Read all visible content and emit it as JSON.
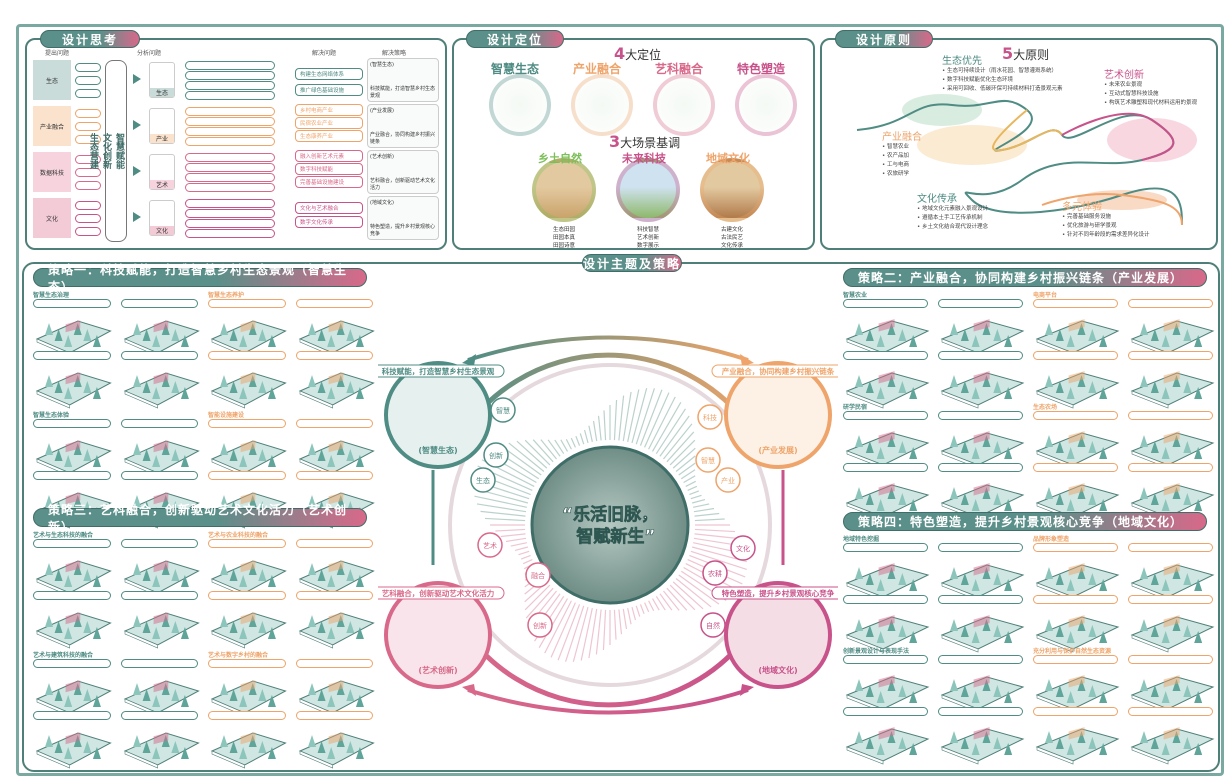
{
  "colors": {
    "teal": "#4f8c84",
    "pink": "#d8698a",
    "orange": "#eea46a",
    "magenta": "#c8528a",
    "green": "#7cbf5a"
  },
  "thinking": {
    "title": "设计思考",
    "columns": [
      "提出问题",
      "分析问题",
      "解决问题",
      "解决策略"
    ],
    "categories": [
      {
        "label": "生态",
        "color": "#c9dcd9"
      },
      {
        "label": "产业融合",
        "color": "#fbe2cd"
      },
      {
        "label": "数据科技",
        "color": "#f6d3dd"
      },
      {
        "label": "文化",
        "color": "#f3cbd7"
      }
    ],
    "vertical": [
      "智慧赋能",
      "文化创新",
      "生态营建"
    ],
    "analysis": [
      "生态",
      "产业",
      "艺术",
      "文化"
    ],
    "solutions": [
      "构建生态网络体系",
      "推广绿色基础设施",
      "乡村电商产业",
      "民宿农业产业",
      "生态康养产业",
      "融入创新艺术元素",
      "数字科技赋能",
      "完善基础设施建设",
      "文化与艺术融合",
      "数字文化传承"
    ],
    "strategies": [
      {
        "tag": "(智慧生态)",
        "desc": "科技赋能，打造智慧乡村生态景观"
      },
      {
        "tag": "(产业发展)",
        "desc": "产业融合，协同构建乡村振兴链条"
      },
      {
        "tag": "(艺术创新)",
        "desc": "艺科融合，创新驱动艺术文化活力"
      },
      {
        "tag": "(地域文化)",
        "desc": "特色塑造，提升乡村景观核心竞争"
      }
    ]
  },
  "positioning": {
    "title": "设计定位",
    "four_num": "4",
    "four_label": "大定位",
    "positions": [
      "智慧生态",
      "产业融合",
      "艺科融合",
      "特色塑造"
    ],
    "three_num": "3",
    "three_label": "大场景基调",
    "scenes": [
      {
        "name": "乡土自然",
        "items": [
          "生态田园",
          "田园本真",
          "田园诗意"
        ]
      },
      {
        "name": "未来科技",
        "items": [
          "科技智慧",
          "艺术创新",
          "数字展示"
        ]
      },
      {
        "name": "地域文化",
        "items": [
          "古建文化",
          "古法民艺",
          "文化传承"
        ]
      }
    ]
  },
  "principles": {
    "title": "设计原则",
    "num": "5",
    "label": "大原则",
    "items": [
      {
        "name": "生态优先",
        "bullets": [
          "生态可持续设计（雨水花园、智慧灌溉系统）",
          "数字科技赋能优化生态环境",
          "采用可回收、低碳环保可持续材料打造景观元素"
        ]
      },
      {
        "name": "艺术创新",
        "bullets": [
          "未来农业景观",
          "互动式智慧科技设施",
          "构筑艺术雕塑和现代材料运用的景观"
        ]
      },
      {
        "name": "产业融合",
        "bullets": [
          "智慧农业",
          "农产品加",
          "工与电商",
          "农旅研学"
        ]
      },
      {
        "name": "文化传承",
        "bullets": [
          "地域文化元素融入景观设计",
          "遵循本土手工艺传承机制",
          "乡土文化结合现代设计理念"
        ]
      },
      {
        "name": "多元体验",
        "bullets": [
          "完善基础服务设施",
          "优化旅游与研学景观",
          "针对不同年龄段的需求差异化设计"
        ]
      }
    ]
  },
  "theme": {
    "title": "设计主题及策略",
    "slogan1": "“乐活旧脉，",
    "slogan2": "智赋新生”",
    "quadrants": [
      {
        "banner": "科技赋能，打造智慧乡村生态景观",
        "tag": "(智慧生态)",
        "keys": [
          "智慧",
          "创新",
          "生态"
        ]
      },
      {
        "banner": "产业融合，协同构建乡村振兴链条",
        "tag": "(产业发展)",
        "keys": [
          "科技",
          "智慧",
          "产业"
        ]
      },
      {
        "banner": "艺科融合，创新驱动艺术文化活力",
        "tag": "(艺术创新)",
        "keys": [
          "艺术",
          "融合",
          "创新"
        ]
      },
      {
        "banner": "特色塑造，提升乡村景观核心竞争",
        "tag": "(地域文化)",
        "keys": [
          "文化",
          "农耕",
          "自然"
        ]
      }
    ]
  },
  "strategies": [
    {
      "title": "策略一：科技赋能，打造智慧乡村生态景观（智慧生态）",
      "sections": [
        "智慧生态治理",
        "智慧生态养护",
        "智慧生态体验",
        "智能设施建设"
      ]
    },
    {
      "title": "策略二：产业融合，协同构建乡村振兴链条（产业发展）",
      "sections": [
        "智慧农业",
        "电商平台",
        "研学民宿",
        "生态农场"
      ]
    },
    {
      "title": "策略三：艺科融合，创新驱动艺术文化活力（艺术创新）",
      "sections": [
        "艺术与生态科技的融合",
        "艺术与农业科技的融合",
        "艺术与建筑科技的融合",
        "艺术与数字乡村的融合"
      ]
    },
    {
      "title": "策略四：特色塑造，提升乡村景观核心竞争（地域文化）",
      "sections": [
        "地域特色挖掘",
        "品牌形象塑造",
        "创新景观设计与表现手法",
        "充分利用与保护自然生态资源"
      ]
    }
  ]
}
